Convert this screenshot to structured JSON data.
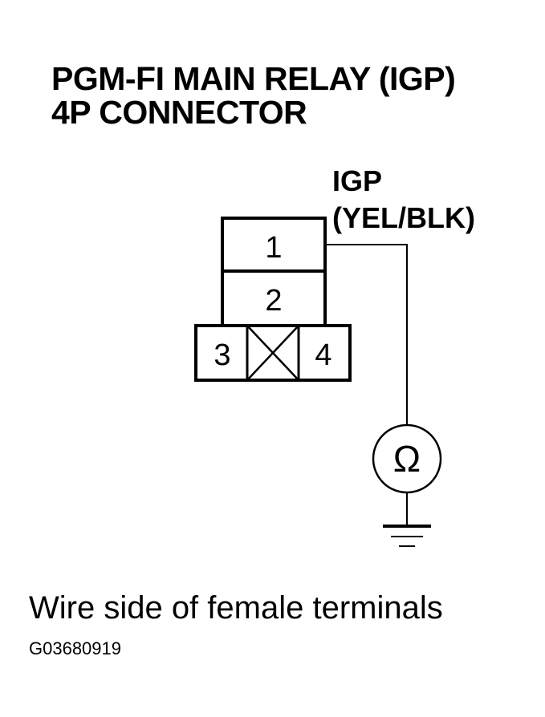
{
  "title": {
    "line1": "PGM-FI MAIN RELAY (IGP)",
    "line2": "4P CONNECTOR"
  },
  "wire": {
    "name": "IGP",
    "color": "(YEL/BLK)"
  },
  "connector": {
    "terminals": [
      "1",
      "2",
      "3",
      "4"
    ],
    "unused_terminal_icon": "x-cross-icon"
  },
  "meter": {
    "symbol": "Ω",
    "icon": "ohmmeter-icon"
  },
  "ground": {
    "icon": "ground-icon"
  },
  "caption": "Wire side of female terminals",
  "figure_id": "G03680919"
}
